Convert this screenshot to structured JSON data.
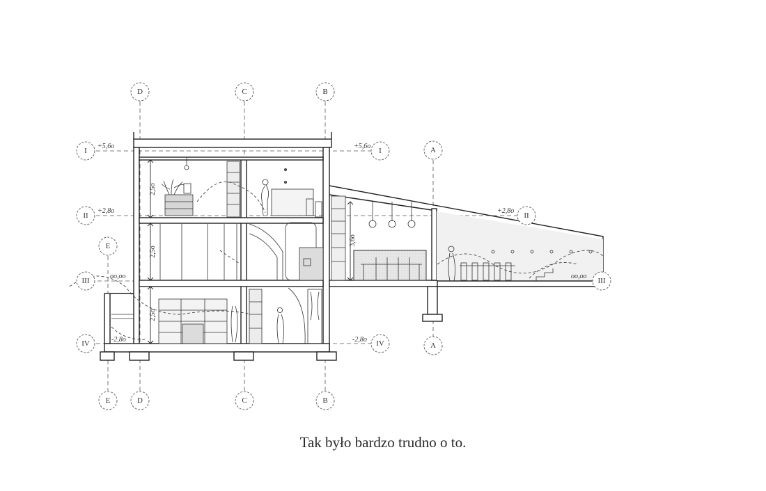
{
  "caption": "Tak było bardzo trudno o to.",
  "grid_axes": [
    {
      "id": "axis-d",
      "label": "D"
    },
    {
      "id": "axis-c",
      "label": "C"
    },
    {
      "id": "axis-b",
      "label": "B"
    },
    {
      "id": "axis-a",
      "label": "A"
    },
    {
      "id": "axis-e",
      "label": "E"
    }
  ],
  "level_marks": [
    {
      "id": "level-i",
      "label": "I",
      "elevation": "+5,6o"
    },
    {
      "id": "level-ii",
      "label": "II",
      "elevation": "+2,8o"
    },
    {
      "id": "level-iii",
      "label": "III",
      "elevation": "oo,oo"
    },
    {
      "id": "level-iv",
      "label": "IV",
      "elevation": "-2,8o"
    }
  ],
  "elevations_right": {
    "i": "+5,6o",
    "ii": "+2,8o",
    "iii": "oo,oo",
    "iv": "-2,8o"
  },
  "dimensions": {
    "floor_top": "2,5o",
    "floor_mid": "2,5o",
    "floor_bottom": "2,5o",
    "tall_space": "3,6o"
  },
  "colors": {
    "line": "#222222",
    "dash": "#444444",
    "fill_grey": "#e6e6e6",
    "fill_dark": "#cfcfcf"
  }
}
